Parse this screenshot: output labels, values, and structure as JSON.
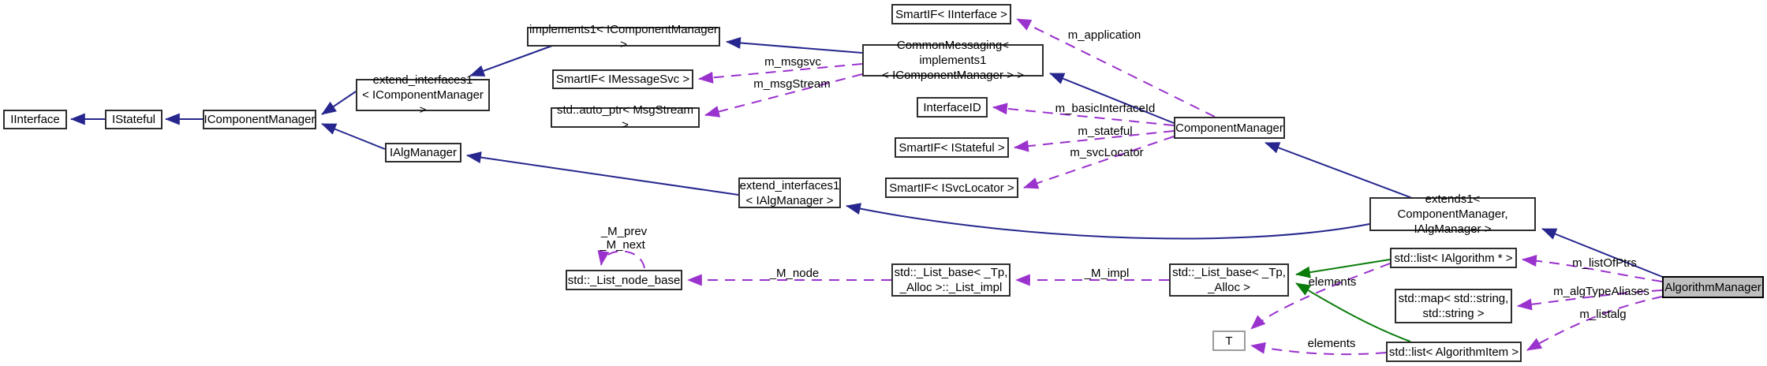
{
  "diagram": {
    "kind": "doxygen-collaboration-graph",
    "current_class": "AlgorithmManager"
  },
  "colors": {
    "inheritance_arrow": "#26268e",
    "private_inheritance_arrow": "#0b7c0b",
    "usage_arrow": "#9a32cd",
    "node_fill": "#ffffff",
    "current_node_fill": "#bfbfbf"
  },
  "nodes": {
    "iinterface": "IInterface",
    "istateful": "IStateful",
    "icomponentmanager": "IComponentManager",
    "extend_interfaces1_icomponentmanager": "extend_interfaces1\n< IComponentManager >",
    "ialgmanager": "IAlgManager",
    "implements1_icomponentmanager": "implements1< IComponentManager >",
    "smartif_imessagesvc": "SmartIF< IMessageSvc >",
    "std_auto_ptr_msgstream": "std::auto_ptr< MsgStream >",
    "smartif_iinterface": "SmartIF< IInterface >",
    "commonmessaging": "CommonMessaging< implements1\n< IComponentManager > >",
    "interfaceid": "InterfaceID",
    "smartif_istateful": "SmartIF< IStateful >",
    "smartif_isvclocator": "SmartIF< ISvcLocator >",
    "componentmanager": "ComponentManager",
    "extend_interfaces1_ialgmanager": "extend_interfaces1\n< IAlgManager >",
    "extends1_componentmanager_ialgmanager": "extends1< ComponentManager,\nIAlgManager >",
    "algorithmmanager": "AlgorithmManager",
    "std_list_node_base": "std::_List_node_base",
    "std_list_base_impl": "std::_List_base< _Tp,\n_Alloc >::_List_impl",
    "std_list_base": "std::_List_base< _Tp,\n_Alloc >",
    "std_list_ialgorithm_ptr": "std::list< IAlgorithm * >",
    "std_map_string_string": "std::map< std::string,\nstd::string >",
    "t_param": "T",
    "std_list_algorithmitem": "std::list< AlgorithmItem >"
  },
  "edge_labels": {
    "m_application": "m_application",
    "m_msgsvc": "m_msgsvc",
    "m_msgStream": "m_msgStream",
    "m_basicInterfaceId": "m_basicInterfaceId",
    "m_stateful": "m_stateful",
    "m_svcLocator": "m_svcLocator",
    "m_prev": "_M_prev",
    "m_next": "_M_next",
    "m_node": "_M_node",
    "m_impl": "_M_impl",
    "elements_upper": "elements",
    "elements_lower": "elements",
    "m_listOfPtrs": "m_listOfPtrs",
    "m_algTypeAliases": "m_algTypeAliases",
    "m_listalg": "m_listalg"
  }
}
